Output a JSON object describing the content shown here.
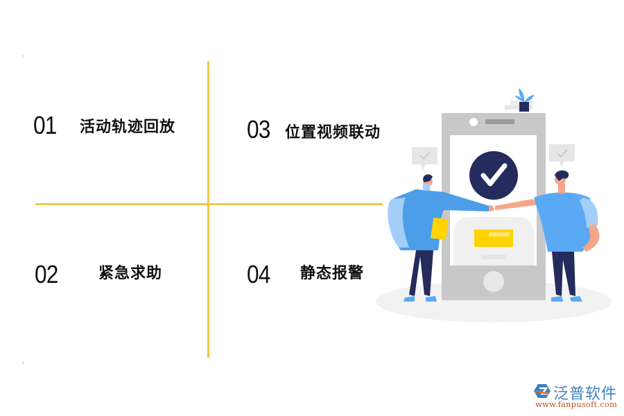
{
  "features": [
    {
      "number": "01",
      "label": "活动轨迹回放"
    },
    {
      "number": "02",
      "label": "紧急求助"
    },
    {
      "number": "03",
      "label": "位置视频联动"
    },
    {
      "number": "04",
      "label": "静态报警"
    }
  ],
  "colors": {
    "divider": "#f2c744",
    "text": "#111111",
    "shirt_blue": "#5aa9f5",
    "navy": "#262b5e",
    "phone_gray": "#c8c8c8",
    "accent_yellow": "#ffd200"
  },
  "logo": {
    "name": "泛普软件",
    "url": "www.fanpusoft.com"
  }
}
